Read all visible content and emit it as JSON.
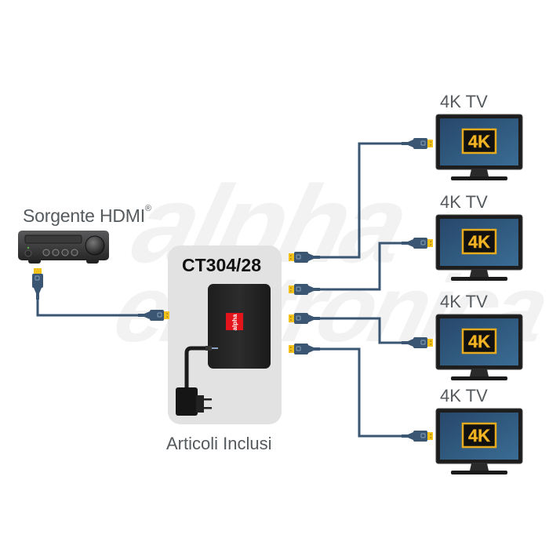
{
  "source": {
    "label": "Sorgente HDMI",
    "trademark": "®",
    "icon": "av-receiver-icon"
  },
  "kit": {
    "model": "CT304/28",
    "caption": "Articoli Inclusi",
    "items": [
      "hdmi-splitter-icon",
      "power-adapter-icon"
    ],
    "brand_badge_color": "#e3141b"
  },
  "outputs": [
    {
      "label": "4K TV",
      "badge": "4K"
    },
    {
      "label": "4K TV",
      "badge": "4K"
    },
    {
      "label": "4K TV",
      "badge": "4K"
    },
    {
      "label": "4K TV",
      "badge": "4K"
    }
  ],
  "watermark": {
    "line1": "alpha",
    "line2": "elettronica"
  },
  "colors": {
    "cable": "#3b5673",
    "connector_tip": "#f2c21b",
    "tv_screen": "#2f5c84",
    "tv_badge_gold": "#f4b728",
    "kit_background": "#e2e2e2"
  }
}
